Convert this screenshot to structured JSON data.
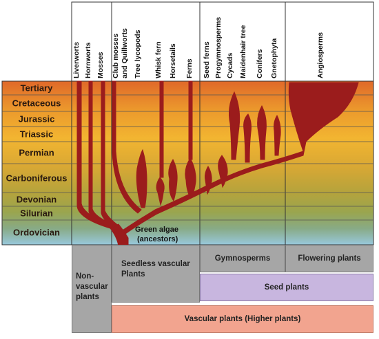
{
  "eras": [
    "Tertiary",
    "Cretaceous",
    "Jurassic",
    "Triassic",
    "Permian",
    "Carboniferous",
    "Devonian",
    "Silurian",
    "Ordovician"
  ],
  "taxa": [
    "Liverworts",
    "Hornworts",
    "Mosses",
    "Club mosses",
    "and Quillworts",
    "Tree lycopods",
    "Whisk fern",
    "Horsetails",
    "Ferns",
    "Seed ferns",
    "Progymnosperms",
    "Cycads",
    "Maidenhair tree",
    "Conifers",
    "Gnetophyta",
    "Angiosperms"
  ],
  "ancestor_label": [
    "Green algae",
    "(ancestors)"
  ],
  "groups": {
    "nonvascular": [
      "Non-",
      "vascular",
      "plants"
    ],
    "seedless": [
      "Seedless vascular",
      "Plants"
    ],
    "gymnosperms": "Gymnosperms",
    "flowering": "Flowering plants",
    "seed_plants": "Seed plants",
    "vascular": "Vascular plants (Higher plants)"
  },
  "colors": {
    "lineage": "#9b1c1c",
    "group_box": "#a6a6a6",
    "seed_box": "#c8b6df",
    "vascular_box": "#f2a48f",
    "grid": "#333333"
  }
}
